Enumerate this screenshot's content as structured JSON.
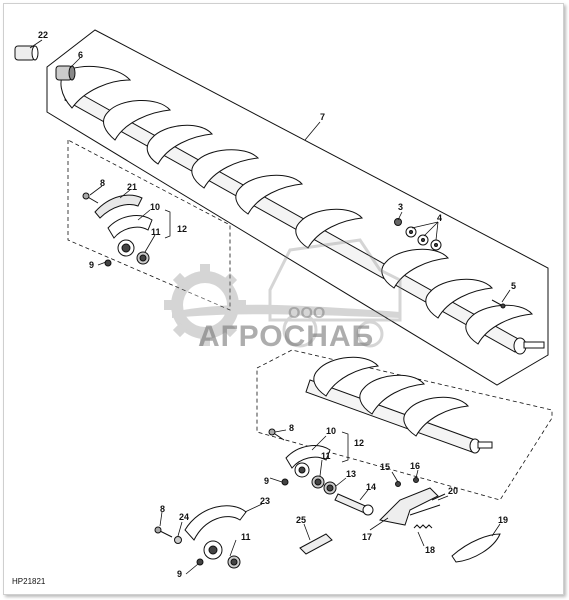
{
  "diagram": {
    "reference_code": "HP21821",
    "watermark": {
      "company_prefix": "ООО",
      "company_name": "АГРОСНАБ"
    },
    "callouts": [
      {
        "id": "c22",
        "label": "22"
      },
      {
        "id": "c6",
        "label": "6"
      },
      {
        "id": "c7",
        "label": "7"
      },
      {
        "id": "c8a",
        "label": "8"
      },
      {
        "id": "c21",
        "label": "21"
      },
      {
        "id": "c10a",
        "label": "10"
      },
      {
        "id": "c12a",
        "label": "12"
      },
      {
        "id": "c11a",
        "label": "11"
      },
      {
        "id": "c9a",
        "label": "9"
      },
      {
        "id": "c3",
        "label": "3"
      },
      {
        "id": "c4",
        "label": "4"
      },
      {
        "id": "c5",
        "label": "5"
      },
      {
        "id": "c8b",
        "label": "8"
      },
      {
        "id": "c10b",
        "label": "10"
      },
      {
        "id": "c12b",
        "label": "12"
      },
      {
        "id": "c11b",
        "label": "11"
      },
      {
        "id": "c9b",
        "label": "9"
      },
      {
        "id": "c13",
        "label": "13"
      },
      {
        "id": "c14",
        "label": "14"
      },
      {
        "id": "c15",
        "label": "15"
      },
      {
        "id": "c16",
        "label": "16"
      },
      {
        "id": "c20",
        "label": "20"
      },
      {
        "id": "c8c",
        "label": "8"
      },
      {
        "id": "c24",
        "label": "24"
      },
      {
        "id": "c23",
        "label": "23"
      },
      {
        "id": "c11c",
        "label": "11"
      },
      {
        "id": "c9c",
        "label": "9"
      },
      {
        "id": "c25",
        "label": "25"
      },
      {
        "id": "c17",
        "label": "17"
      },
      {
        "id": "c18",
        "label": "18"
      },
      {
        "id": "c19",
        "label": "19"
      }
    ]
  }
}
